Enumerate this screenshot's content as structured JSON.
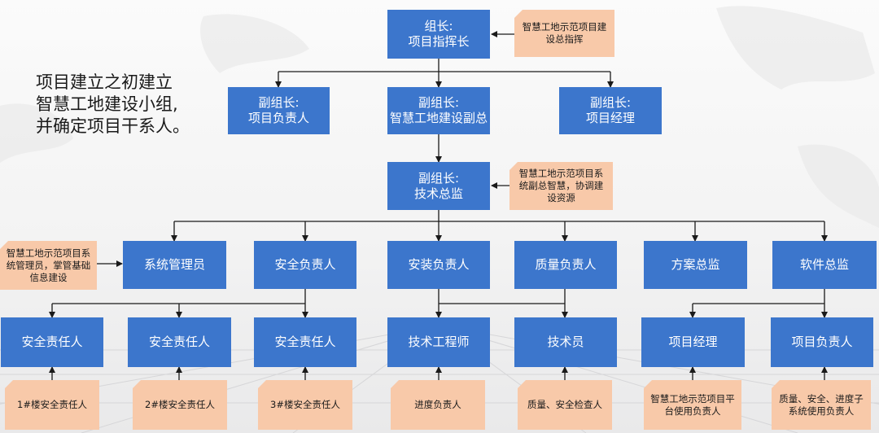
{
  "intro": "项目建立之初建立\n智慧工地建设小组,\n并确定项目干系人。",
  "leader": "组长:\n项目指挥长",
  "vice_leaders": [
    "副组长:\n项目负责人",
    "副组长:\n智慧工地建设副总",
    "副组长:\n项目经理"
  ],
  "tech_director": "副组长:\n技术总监",
  "departments": [
    "系统管理员",
    "安全负责人",
    "安装负责人",
    "质量负责人",
    "方案总监",
    "软件总监"
  ],
  "staff": [
    "安全责任人",
    "安全责任人",
    "安全责任人",
    "技术工程师",
    "技术员",
    "项目经理",
    "项目负责人"
  ],
  "staff_notes": [
    "1#楼安全责任人",
    "2#楼安全责任人",
    "3#楼安全责任人",
    "进度负责人",
    "质量、安全检查人",
    "智慧工地示范项目平\n台使用负责人",
    "质量、安全、进度子\n系统使用负责人"
  ],
  "notes": {
    "leader": "智慧工地示范项目建\n设总指挥",
    "tech_director": "智慧工地示范项目系\n统副总智慧，协调建\n设资源",
    "sysadmin": "智慧工地示范项目系\n统管理员，掌管基础\n信息建设"
  },
  "colors": {
    "box": "#3c76cc",
    "note": "#f8c9a9",
    "line": "#1a1a1a"
  }
}
